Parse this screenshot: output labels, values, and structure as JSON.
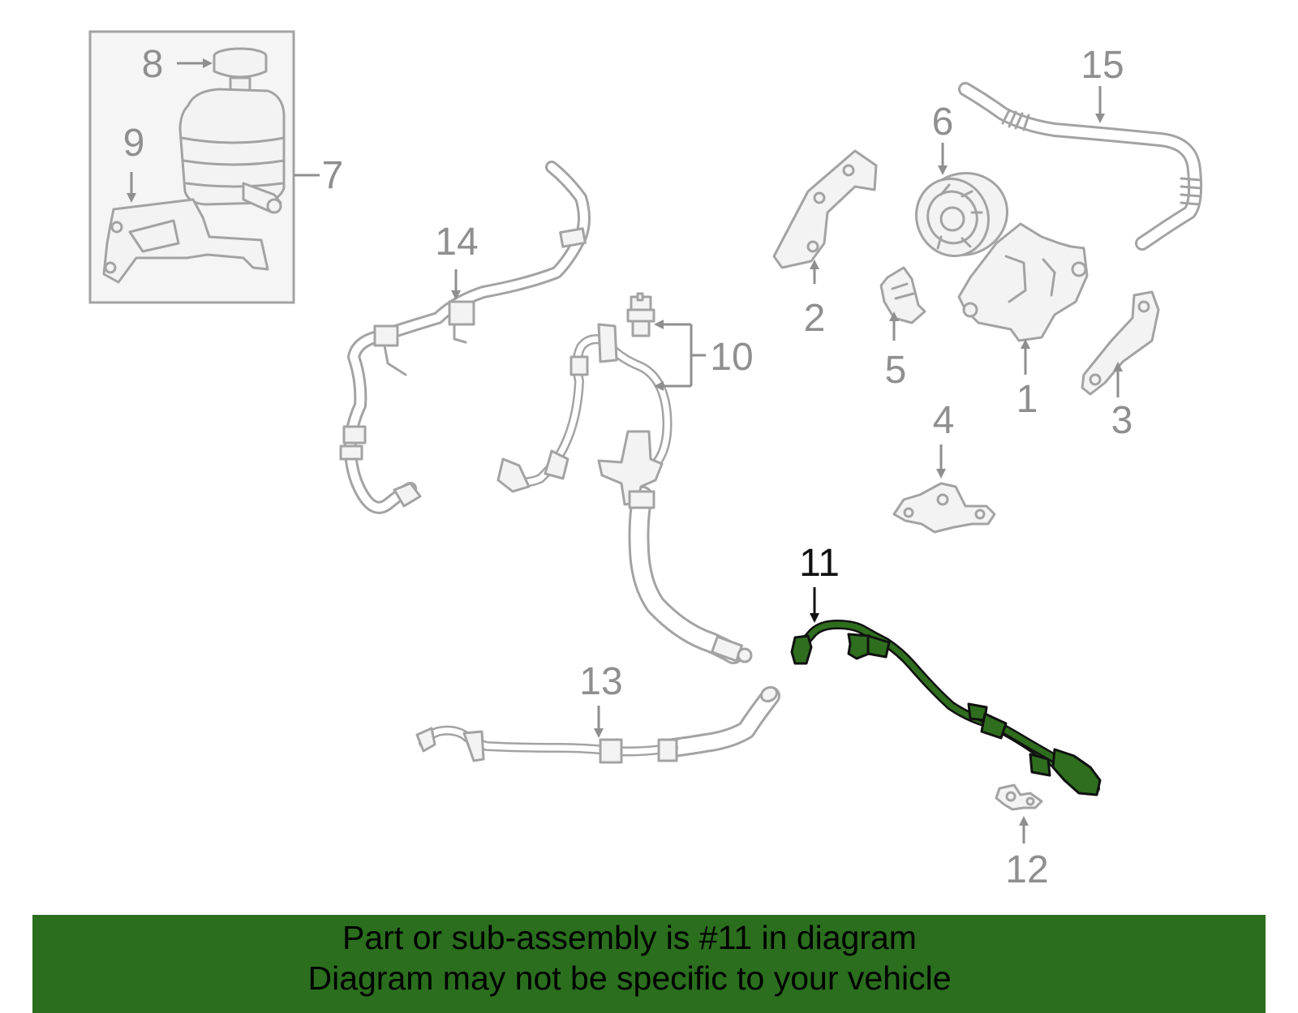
{
  "colors": {
    "banner_background": "#2a6e1e",
    "highlight_part": "#2e6e1e",
    "part_outline": "#a3a3a3",
    "callout_gray": "#8f8f8f"
  },
  "highlighted_callout": "11",
  "callouts": [
    {
      "id": "1",
      "label": "1"
    },
    {
      "id": "2",
      "label": "2"
    },
    {
      "id": "3",
      "label": "3"
    },
    {
      "id": "4",
      "label": "4"
    },
    {
      "id": "5",
      "label": "5"
    },
    {
      "id": "6",
      "label": "6"
    },
    {
      "id": "7",
      "label": "7"
    },
    {
      "id": "8",
      "label": "8"
    },
    {
      "id": "9",
      "label": "9"
    },
    {
      "id": "10",
      "label": "10"
    },
    {
      "id": "11",
      "label": "11"
    },
    {
      "id": "12",
      "label": "12"
    },
    {
      "id": "13",
      "label": "13"
    },
    {
      "id": "14",
      "label": "14"
    },
    {
      "id": "15",
      "label": "15"
    }
  ],
  "banner": {
    "line1": "Part or sub-assembly is #11 in diagram",
    "line2": "Diagram may not be specific to your vehicle"
  }
}
